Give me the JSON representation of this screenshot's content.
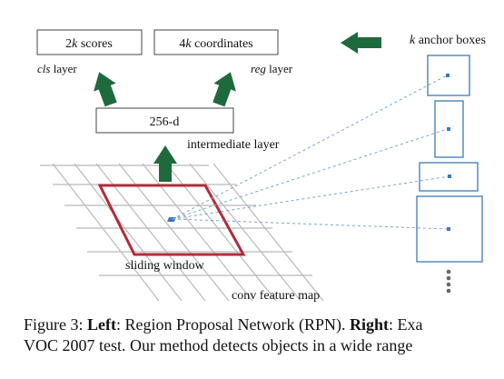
{
  "figure": {
    "scores_prefix": "2",
    "scores_k": "k",
    "scores_suffix": " scores",
    "coords_prefix": "4",
    "coords_k": "k",
    "coords_suffix": " coordinates",
    "cls_word": "cls",
    "cls_suffix": " layer",
    "reg_word": "reg",
    "reg_suffix": " layer",
    "intermediate_box": "256-d",
    "intermediate_label": "intermediate layer",
    "sliding_window": "sliding window",
    "conv_map": "conv feature map",
    "anchor_k": "k",
    "anchor_suffix": " anchor boxes"
  },
  "colors": {
    "arrow": "#1f6a3c",
    "window": "#b12d3a",
    "anchor": "#3d79b6",
    "grid": "#b9b9b9"
  },
  "caption": {
    "line1_prefix": "Figure 3: ",
    "line1_left": "Left",
    "line1_mid": ": Region Proposal Network (RPN). ",
    "line1_right": "Right",
    "line1_end": ": Exa",
    "line2": "VOC 2007 test. Our method detects objects in a wide range"
  }
}
